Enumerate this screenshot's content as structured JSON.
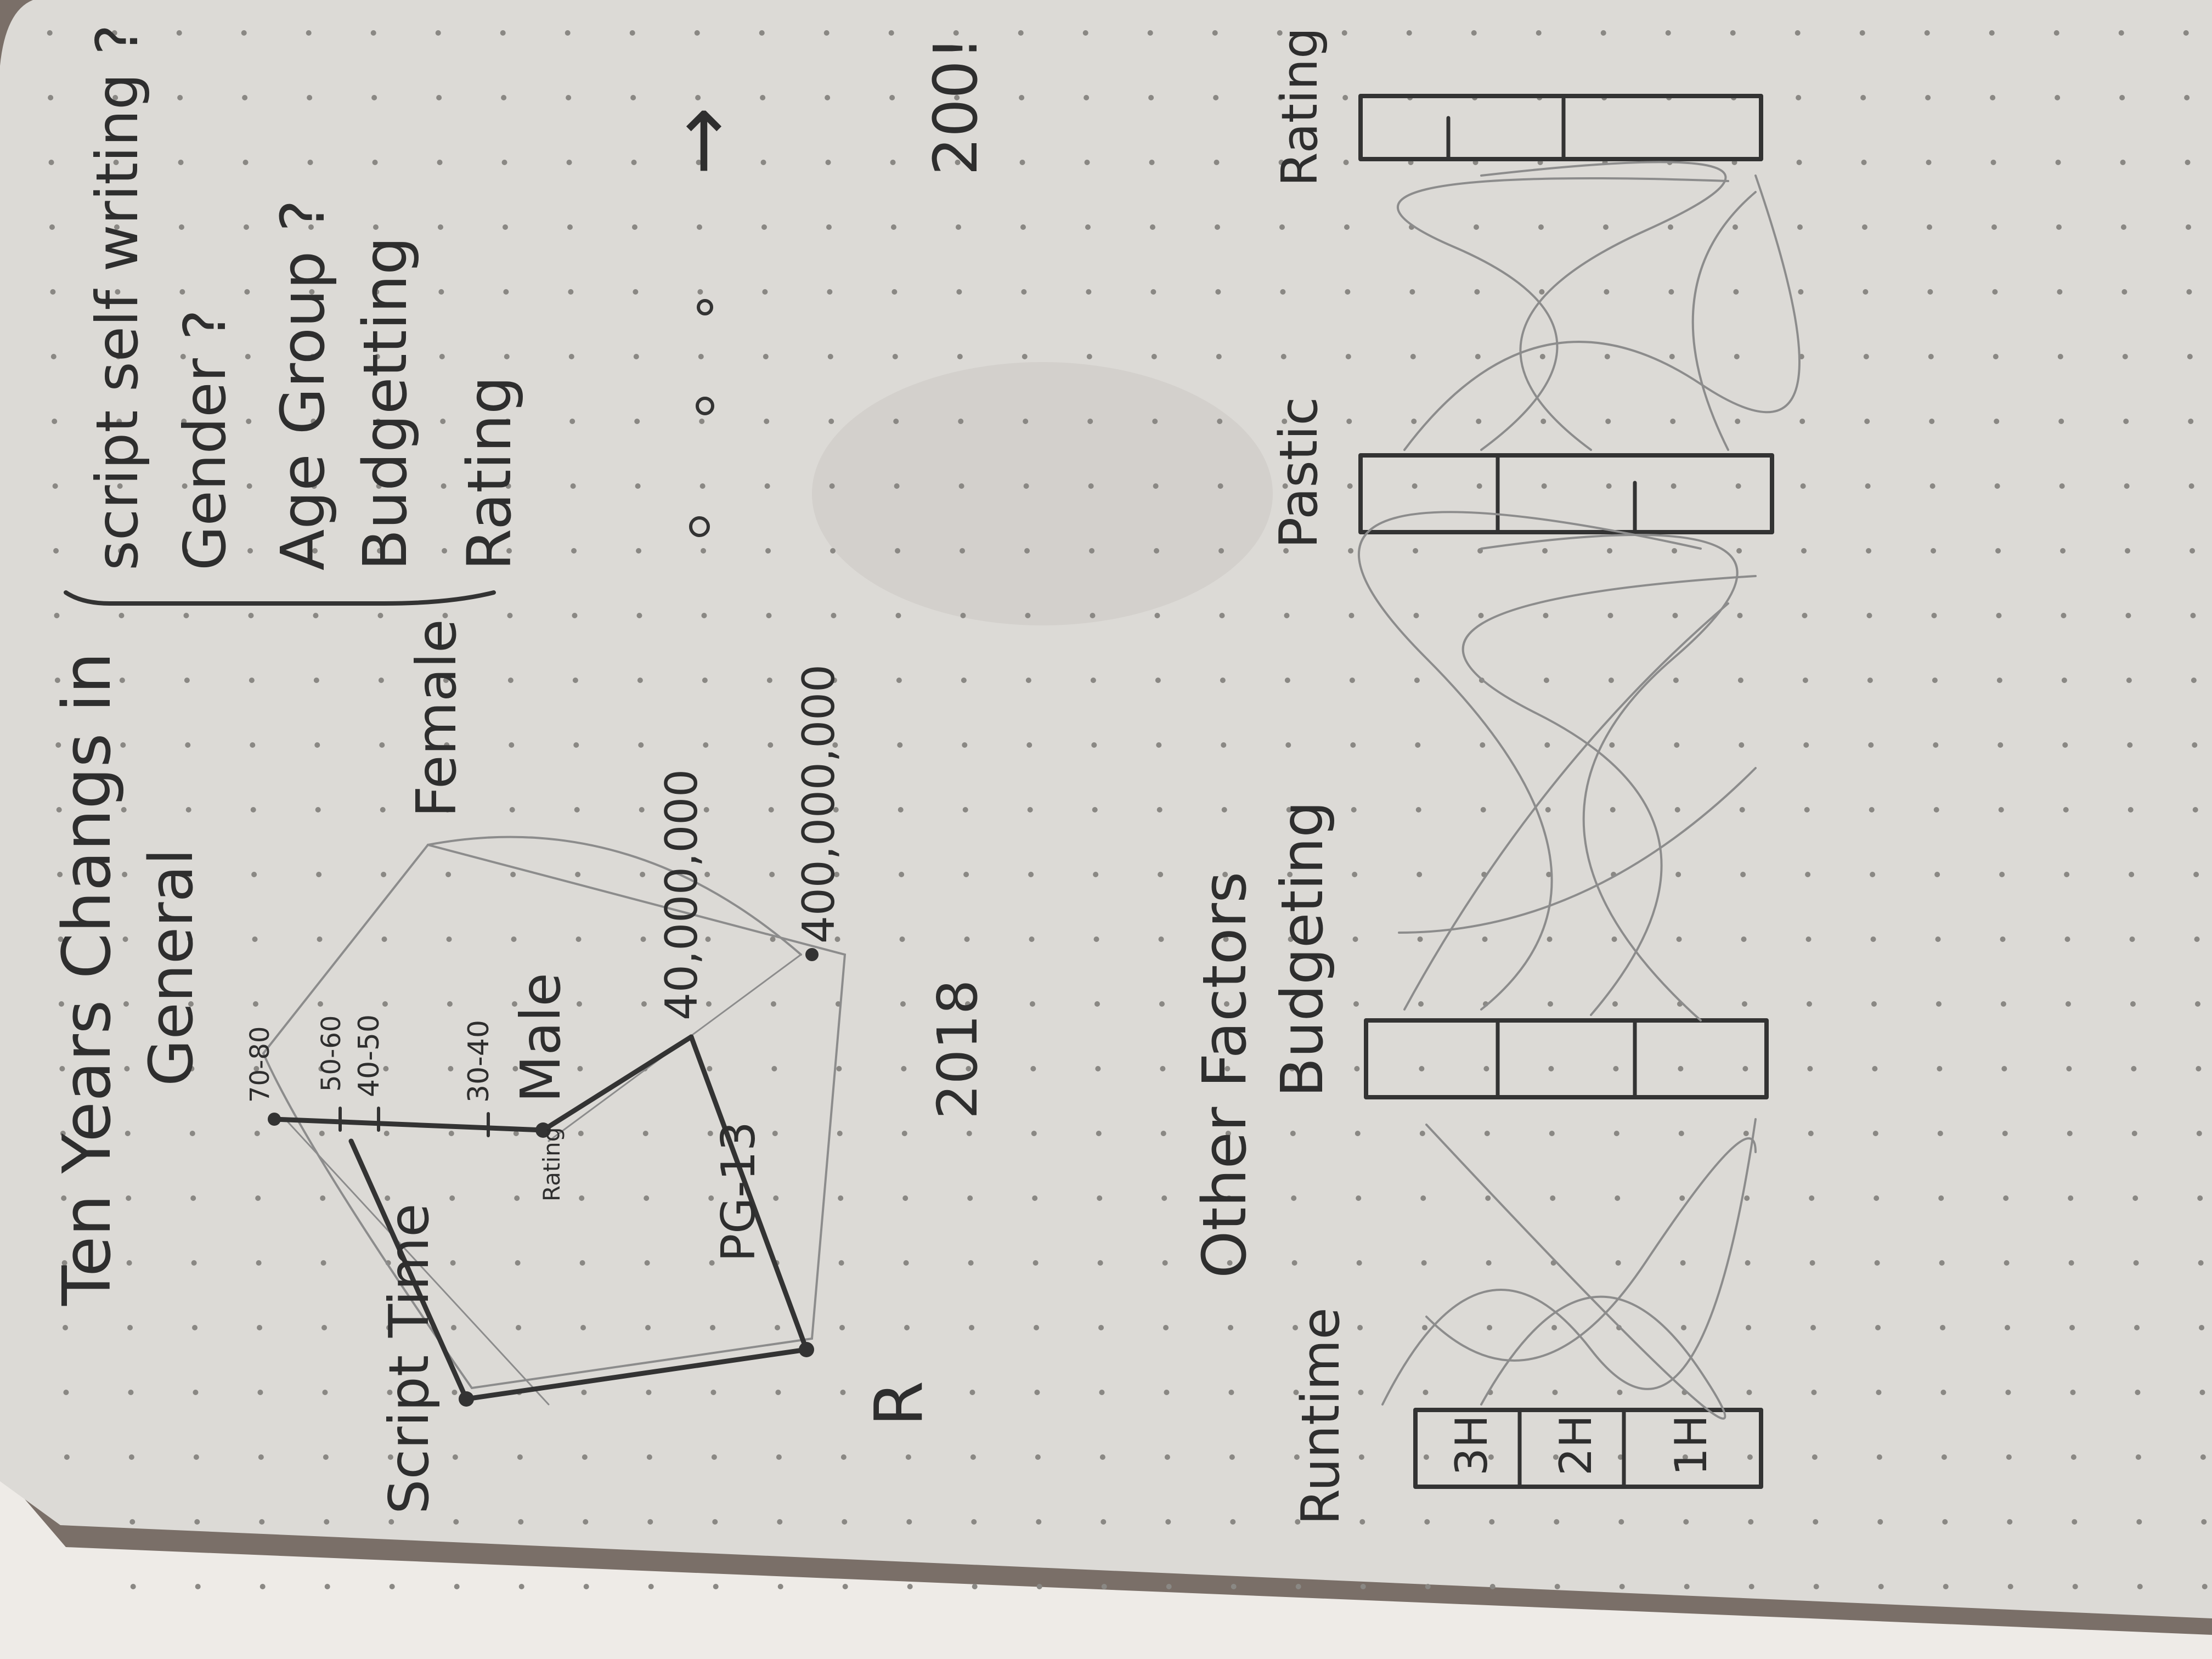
{
  "colors": {
    "paper": "#dcdad6",
    "paper_shadow": "#c9c6c1",
    "cover": "#7a6f68",
    "page_edge": "#eeebe7",
    "dot": "#8a8884",
    "graphite": "#333333",
    "faint_graphite": "#8c8c8c"
  },
  "heading": {
    "line1": "Ten Years Changs in",
    "line2": "General"
  },
  "questions": {
    "items": [
      "script self writing ?",
      "Gender ?",
      "Age Group ?",
      "Budgetting",
      "Rating"
    ]
  },
  "marginal": {
    "arrow": "→",
    "number": "200!"
  },
  "radar": {
    "script_time": "Script Time",
    "female": "Female",
    "male": "Male",
    "age_ticks": [
      "70-80",
      "50-60",
      "40-50",
      "30-40"
    ],
    "money_small": "40,000,000",
    "money_large": "400,000,000",
    "rating_label": "Rating",
    "pg13": "PG-13",
    "r": "R",
    "year": "2018"
  },
  "other": {
    "title": "Other Factors",
    "runtime_label": "Runtime",
    "runtime_cells": [
      "3H",
      "2H",
      "1H"
    ],
    "budgeting_label": "Budgeting",
    "pastic_label": "Pastic",
    "rating_label": "Rating"
  }
}
